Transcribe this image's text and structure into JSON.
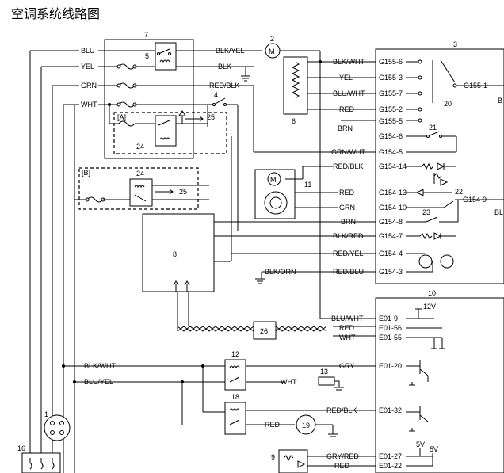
{
  "title": "空调系统线路图",
  "components": {
    "c1": "1",
    "c2": "2",
    "c3": "3",
    "c4": "4",
    "c5": "5",
    "c6": "6",
    "c7": "7",
    "c8": "8",
    "c9": "9",
    "c10": "10",
    "c11": "11",
    "c12": "12",
    "c13": "13",
    "c16": "16",
    "c18": "18",
    "c19": "19",
    "c20": "20",
    "c21": "21",
    "c22": "22",
    "c23": "23",
    "c24a": "24",
    "c24b": "24",
    "c25a": "25",
    "c25b": "25",
    "c26": "26",
    "boxA": "[A]",
    "boxB": "[B]"
  },
  "left_wires": {
    "blu": "BLU",
    "yel": "YEL",
    "grn": "GRN",
    "wht": "WHT",
    "blk_yel": "BLK/YEL",
    "blk": "BLK",
    "red_blk": "RED/BLK"
  },
  "right_wires": {
    "blk_wht": "BLK/WHT",
    "yel": "YEL",
    "blu_wht": "BLU/WHT",
    "red": "RED",
    "brn": "BRN",
    "grn_wht": "GRN/WHT",
    "red_blk": "RED/BLK",
    "red2": "RED",
    "grn": "GRN",
    "brn2": "BRN",
    "blk_red": "BLK/RED",
    "red_yel": "RED/YEL",
    "blk_orn": "BLK/ORN",
    "red_blu": "RED/BLU",
    "blu_wht2": "BLU/WHT",
    "red3": "RED",
    "wht": "WHT"
  },
  "pins": {
    "g155_6": "G155-6",
    "g155_3": "G155-3",
    "g155_7": "G155-7",
    "g155_2": "G155-2",
    "g155_5": "G155-5",
    "g155_1": "G155-1",
    "g154_6": "G154-6",
    "g154_5": "G154-5",
    "g154_14": "G154-14",
    "g154_13": "G154-13",
    "g154_10": "G154-10",
    "g154_8": "G154-8",
    "g154_7": "G154-7",
    "g154_4": "G154-4",
    "g154_3": "G154-3",
    "g154_9": "G154-9",
    "e01_9": "E01-9",
    "e01_56": "E01-56",
    "e01_55": "E01-55",
    "e01_20": "E01-20",
    "e01_32": "E01-32",
    "e01_27": "E01-27",
    "e01_22": "E01-22"
  },
  "lower_wires": {
    "blk_wht": "BLK/WHT",
    "blu_yel": "BLU/YEL",
    "gry": "GRY",
    "wht": "WHT",
    "red_blk": "RED/BLK",
    "red": "RED",
    "gry_red": "GRY/RED",
    "red2": "RED"
  },
  "voltages": {
    "v12": "12V",
    "v5a": "5V",
    "v5b": "5V"
  },
  "edge_labels": {
    "b": "B",
    "bl": "BL"
  }
}
